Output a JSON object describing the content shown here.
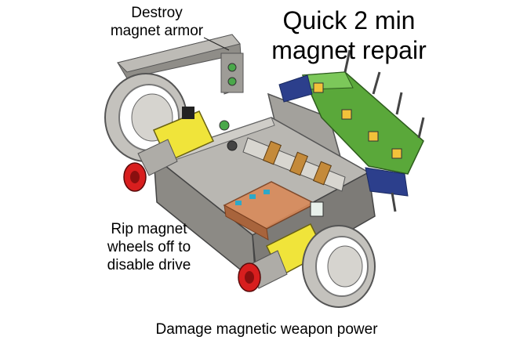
{
  "annotations": {
    "armor": [
      "Destroy",
      "magnet armor"
    ],
    "repair": [
      "Quick 2 min",
      "magnet repair"
    ],
    "wheels": [
      "Rip magnet",
      "wheels off to",
      "disable drive"
    ],
    "power": "Damage magnetic weapon power"
  },
  "colors": {
    "chassis": "#9a9893",
    "chassis_dark": "#6f6d69",
    "chassis_light": "#c9c7c2",
    "motor_yellow": "#f0e43a",
    "wheel_hub_red": "#d81e1e",
    "magnet_green": "#5aa83a",
    "bracket_blue": "#2c3f8c",
    "pcb_orange": "#d98a5a"
  }
}
